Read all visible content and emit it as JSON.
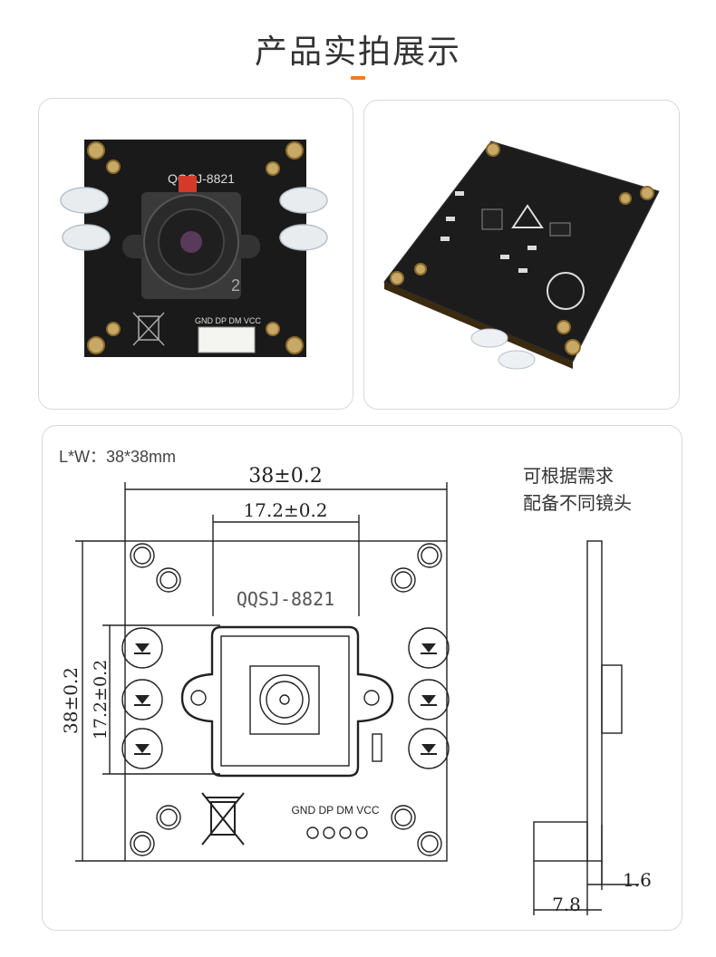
{
  "header": {
    "title": "产品实拍展示",
    "accent_color": "#f07b1d"
  },
  "photo1": {
    "board_label": "QQSJ-8821",
    "cam_number": "2",
    "connector_label": "GND DP DM VCC"
  },
  "photo2": {
    "description_icon": "pcb-back-view"
  },
  "drawing": {
    "spec_label": "L*W：38*38mm",
    "note_line1": "可根据需求",
    "note_line2": "配备不同镜头",
    "dim_width": "38±0.2",
    "dim_inner_width": "17.2±0.2",
    "dim_height": "38±0.2",
    "dim_inner_height": "17.2±0.2",
    "board_label": "QQSJ-8821",
    "connector_label": "GND DP DM VCC",
    "dim_side_thickness": "1.6",
    "dim_side_depth": "7.8"
  }
}
